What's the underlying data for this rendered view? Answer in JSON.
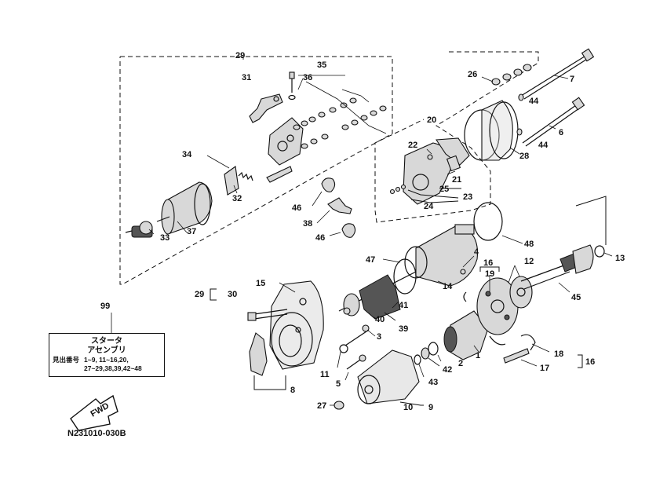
{
  "labels": {
    "l1": "1",
    "l2": "2",
    "l3": "3",
    "l4": "4",
    "l5": "5",
    "l6": "6",
    "l7": "7",
    "l8": "8",
    "l9": "9",
    "l10": "10",
    "l11": "11",
    "l12": "12",
    "l13": "13",
    "l14": "14",
    "l15": "15",
    "l16a": "16",
    "l16b": "16",
    "l17": "17",
    "l18": "18",
    "l19": "19",
    "l20": "20",
    "l21": "21",
    "l22": "22",
    "l23": "23",
    "l24": "24",
    "l25": "25",
    "l26": "26",
    "l27": "27",
    "l28": "28",
    "l29a": "29",
    "l29b": "29",
    "l30": "30",
    "l31": "31",
    "l32": "32",
    "l33": "33",
    "l34": "34",
    "l35": "35",
    "l36": "36",
    "l37": "37",
    "l38": "38",
    "l39": "39",
    "l40": "40",
    "l41": "41",
    "l42": "42",
    "l43": "43",
    "l44a": "44",
    "l44b": "44",
    "l45": "45",
    "l46a": "46",
    "l46b": "46",
    "l47": "47",
    "l48": "48"
  },
  "assembly": {
    "number": "99",
    "title": "スタータ",
    "subtitle": "アセンブリ",
    "ref_label": "見出番号",
    "ref_line1": "1~9, 11~16,20,",
    "ref_line2": "27~29,38,39,42~48"
  },
  "fwd_label": "FWD",
  "drawing_number": "N231010-030B"
}
